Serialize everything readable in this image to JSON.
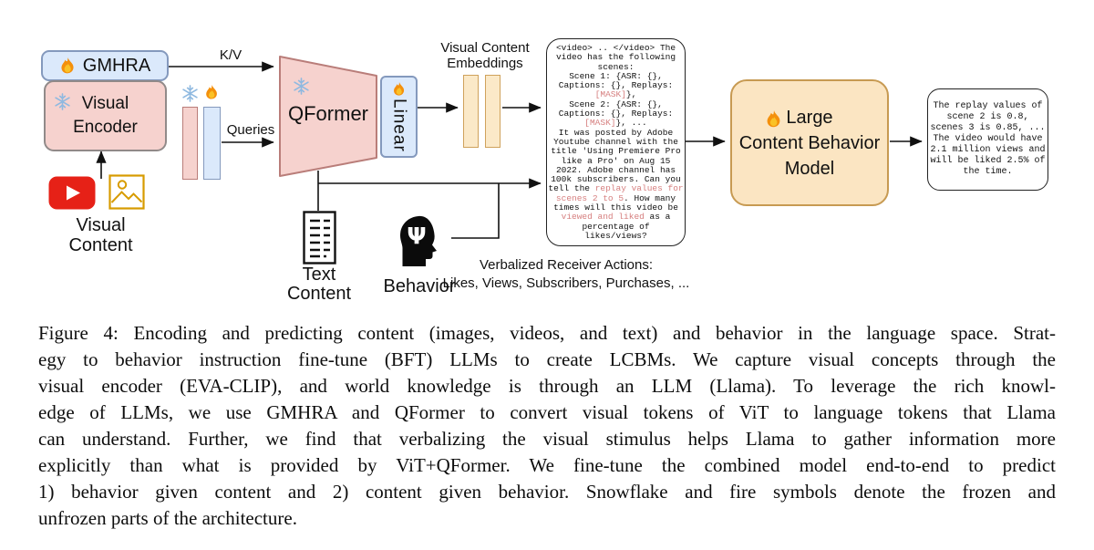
{
  "colors": {
    "blue-fill": "#dbe9fb",
    "blue-border": "#8499bd",
    "pink-fill": "#f6d2ce",
    "pink-border": "#b97d79",
    "encoder-border": "#918a89",
    "tan-fill": "#fbe9c8",
    "tan-border": "#cfa25c",
    "lcbm-fill": "#fbe5c2",
    "lcbm-border": "#c79a52",
    "highlight": "#d67f7f",
    "youtube-red": "#e62117",
    "icon-orange": "#d79b00",
    "snowflake-blue": "#8fb9e0",
    "flame-orange": "#f4900c",
    "flame-yellow": "#fac227"
  },
  "diagram": {
    "gmhra": {
      "label": "GMHRA",
      "icon": "flame-icon"
    },
    "visual_encoder": {
      "label": "Visual\nEncoder",
      "icon": "snowflake-icon"
    },
    "visual_content": {
      "label": "Visual\nContent",
      "icons": [
        "youtube-icon",
        "image-icon"
      ]
    },
    "kv_label": "K/V",
    "queries_label": "Queries",
    "queries_bars": {
      "icons": [
        "snowflake-icon",
        "flame-icon"
      ]
    },
    "qformer": {
      "label": "QFormer",
      "icon": "snowflake-icon"
    },
    "linear": {
      "label": "Linear",
      "icon": "flame-icon"
    },
    "embeddings": {
      "label": "Visual Content\nEmbeddings"
    },
    "text_content": {
      "label": "Text\nContent",
      "icon": "document-icon"
    },
    "behavior": {
      "label": "Behavior",
      "icon": "head-psi-icon"
    },
    "verbalized": "Verbalized Receiver Actions:\nLikes, Views, Subscribers, Purchases, ...",
    "lcbm": {
      "label": "Large\nContent Behavior\nModel",
      "icon": "flame-icon"
    },
    "prompt_box": {
      "lines": [
        [
          {
            "t": "<video> .. </video> The"
          }
        ],
        [
          {
            "t": "video has the following"
          }
        ],
        [
          {
            "t": "scenes:"
          }
        ],
        [
          {
            "t": "Scene 1: {ASR: {},"
          }
        ],
        [
          {
            "t": "Captions: {}, Replays:"
          }
        ],
        [
          {
            "t": "[MASK]",
            "hl": true
          },
          {
            "t": "},"
          }
        ],
        [
          {
            "t": "Scene 2: {ASR: {},"
          }
        ],
        [
          {
            "t": "Captions: {}, Replays:"
          }
        ],
        [
          {
            "t": "[MASK]",
            "hl": true
          },
          {
            "t": "}, ..."
          }
        ],
        [
          {
            "t": "It was posted by Adobe"
          }
        ],
        [
          {
            "t": "Youtube channel with the"
          }
        ],
        [
          {
            "t": "title 'Using Premiere Pro"
          }
        ],
        [
          {
            "t": "like a Pro' on Aug 15"
          }
        ],
        [
          {
            "t": "2022. Adobe channel has"
          }
        ],
        [
          {
            "t": "100k subscribers. Can you"
          }
        ],
        [
          {
            "t": "tell the "
          },
          {
            "t": "replay values for",
            "hl": true
          }
        ],
        [
          {
            "t": "scenes 2 to 5",
            "hl": true
          },
          {
            "t": ". How many"
          }
        ],
        [
          {
            "t": "times will this video be"
          }
        ],
        [
          {
            "t": "viewed and liked",
            "hl": true
          },
          {
            "t": " as a"
          }
        ],
        [
          {
            "t": "percentage of"
          }
        ],
        [
          {
            "t": "likes/views?"
          }
        ]
      ]
    },
    "output_box": {
      "lines": [
        "The replay values of",
        "scene 2 is 0.8,",
        "scenes 3 is 0.85, ...",
        "The video would have",
        "2.1 million views and",
        "will be liked 2.5% of",
        "the time."
      ]
    }
  },
  "caption": {
    "lines": [
      "Figure 4: Encoding and predicting content (images, videos, and text) and behavior in the language space. Strat-",
      "egy to behavior instruction fine-tune (BFT) LLMs to create LCBMs. We capture visual concepts through the",
      "visual encoder (EVA-CLIP), and world knowledge is through an LLM (Llama). To leverage the rich knowl-",
      "edge of LLMs, we use GMHRA and QFormer to convert visual tokens of ViT to language tokens that Llama",
      "can understand. Further, we find that verbalizing the visual stimulus helps Llama to gather information more",
      "explicitly than what is provided by ViT+QFormer. We fine-tune the combined model end-to-end to predict",
      "1) behavior given content and 2) content given behavior. Snowflake and fire symbols denote the frozen and",
      "unfrozen parts of the architecture."
    ]
  }
}
